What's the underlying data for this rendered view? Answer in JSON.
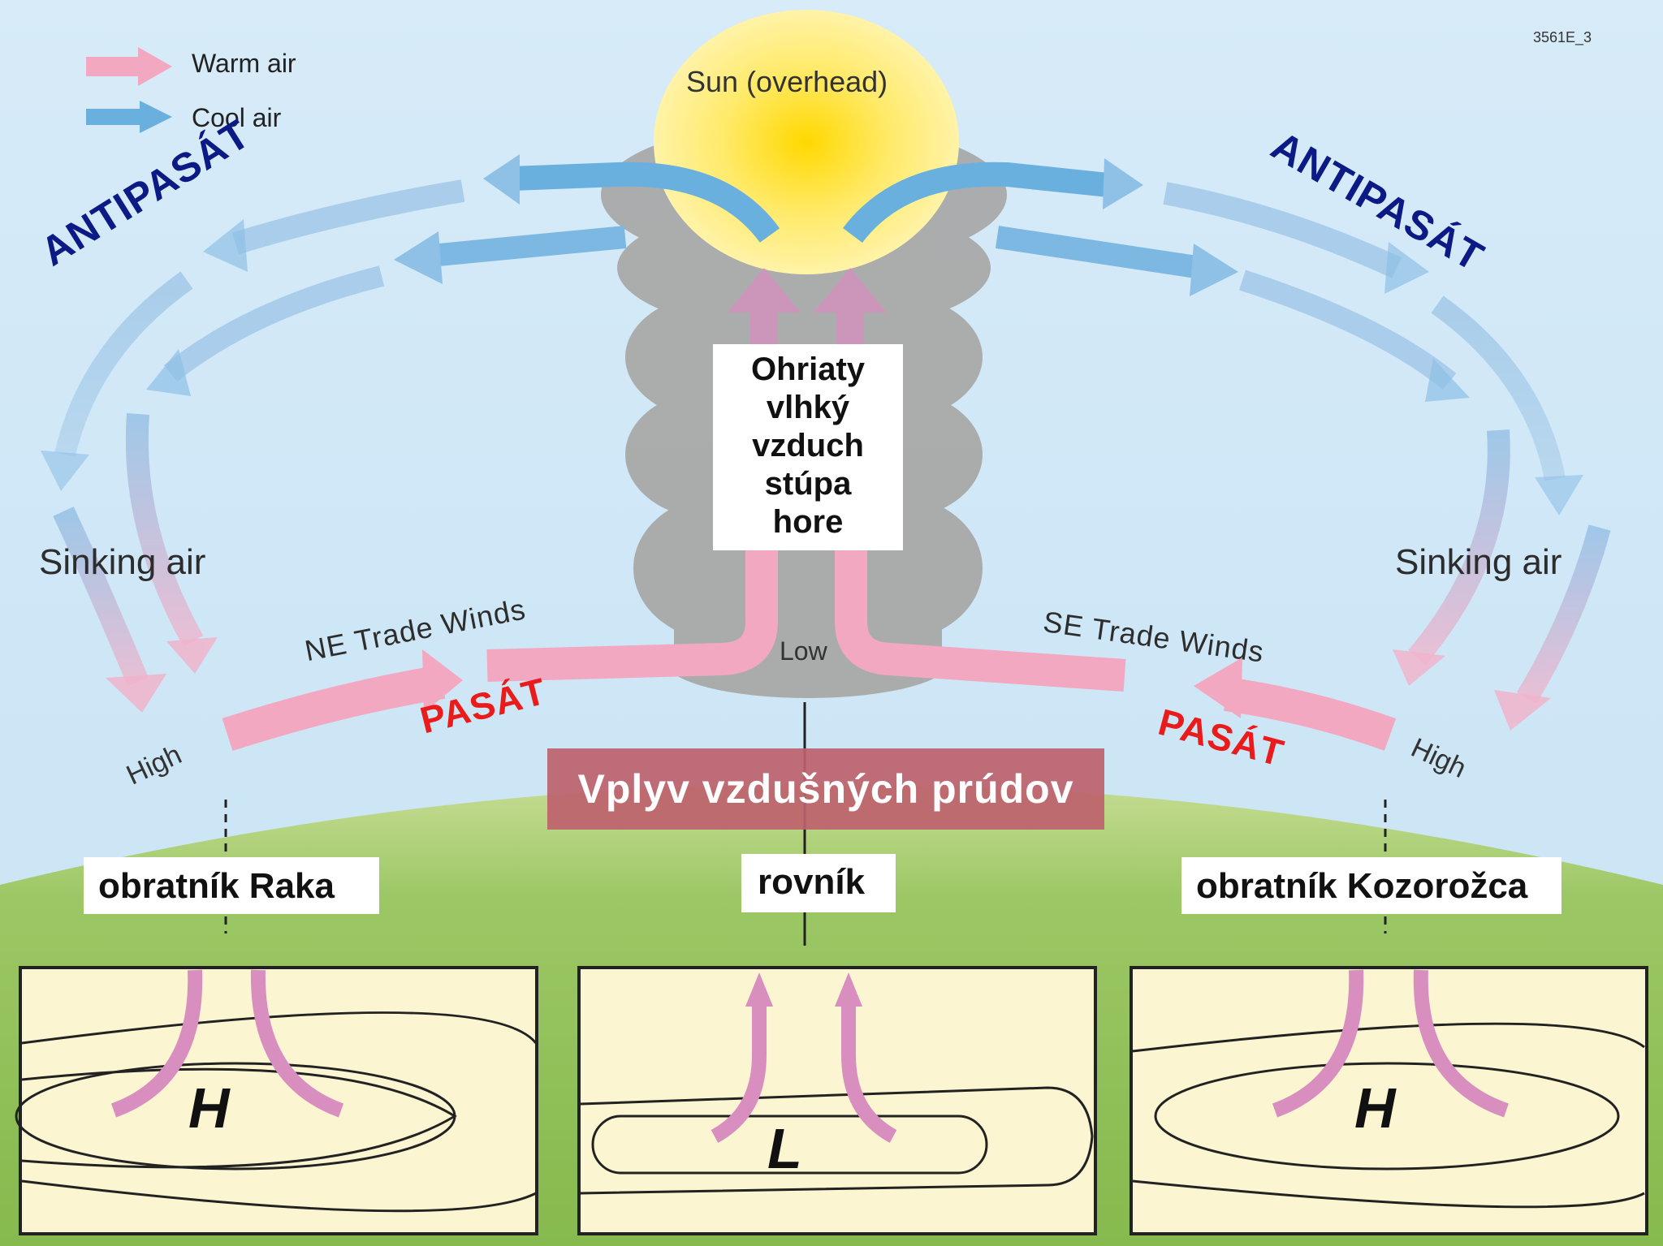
{
  "legend": {
    "warm": "Warm air",
    "cool": "Cool air"
  },
  "figure_code": "3561E_3",
  "sun_label": "Sun (overhead)",
  "rising_air": {
    "lines": [
      "Ohriaty",
      "vlhký",
      "vzduch",
      "stúpa",
      "hore"
    ]
  },
  "antipasat_left": "ANTIPASÁT",
  "antipasat_right": "ANTIPASÁT",
  "sinking_left": "Sinking air",
  "sinking_right": "Sinking air",
  "ne_trade": "NE Trade Winds",
  "se_trade": "SE Trade Winds",
  "pasat_left": "PASÁT",
  "pasat_right": "PASÁT",
  "high_left": "High",
  "high_right": "High",
  "low_label": "Low",
  "title": "Vplyv vzdušných prúdov",
  "tropic_cancer": "obratník Raka",
  "equator": "rovník",
  "tropic_capricorn": "obratník Kozorožca",
  "panels": {
    "left": "H",
    "center": "L",
    "right": "H"
  },
  "colors": {
    "warm": "#f3a8c2",
    "cool": "#6ab0de",
    "ground": "#8fbe55",
    "panel": "#fbf5d2"
  }
}
